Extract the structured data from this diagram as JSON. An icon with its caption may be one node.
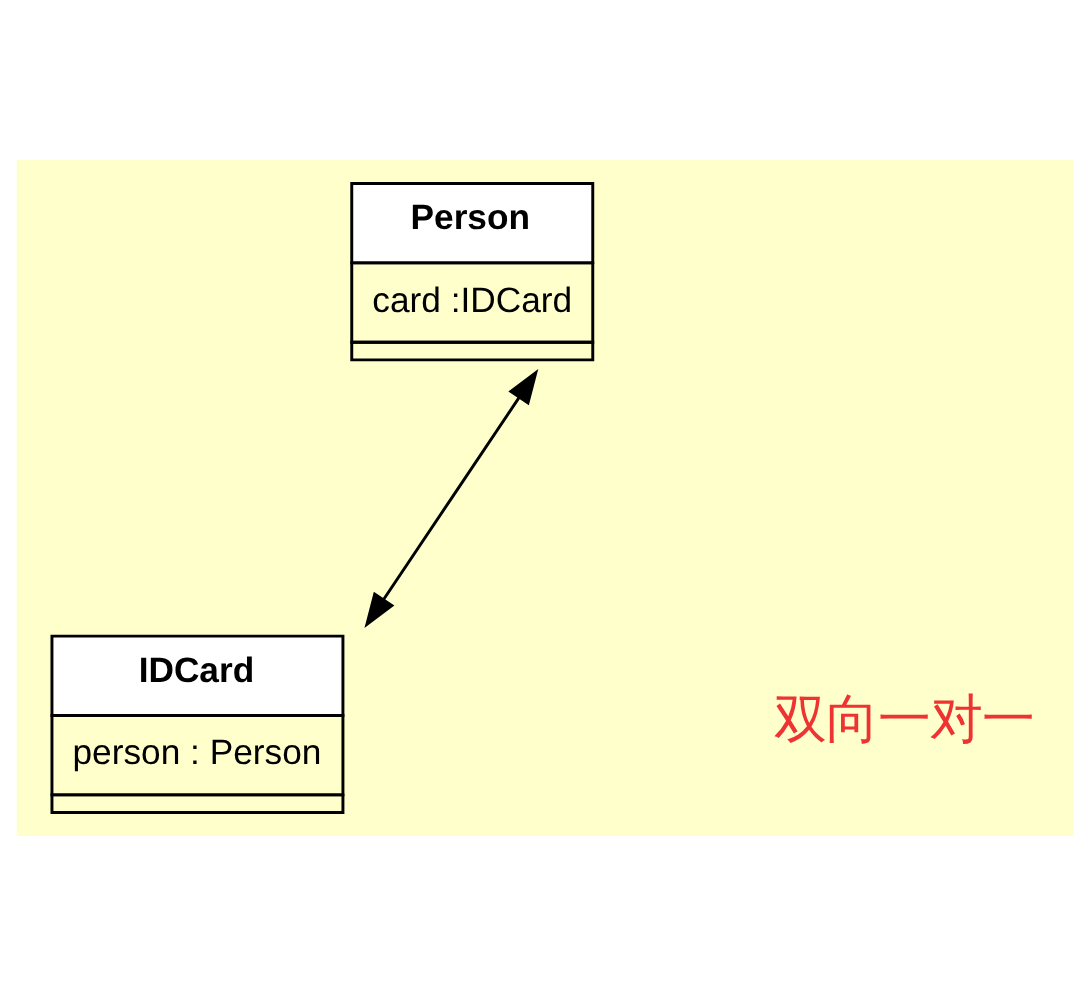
{
  "diagram": {
    "nodes": [
      {
        "text": [
          "Person",
          "card :IDCard"
        ]
      },
      {
        "text": [
          "IDCard",
          "person : Person"
        ]
      }
    ],
    "edges": [
      {
        "from": 0,
        "to": 1,
        "arrow": "both"
      }
    ],
    "labels": [
      "双向一对一"
    ]
  }
}
